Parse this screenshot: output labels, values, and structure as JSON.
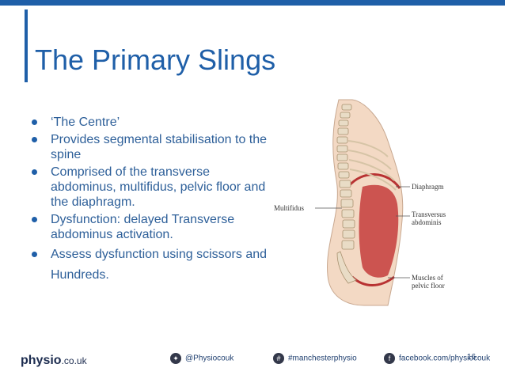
{
  "slide": {
    "title": "The Primary Slings",
    "bullets": [
      "‘The Centre’",
      "Provides segmental stabilisation to the spine",
      "Comprised of the transverse abdominus, multifidus, pelvic floor and the diaphragm.",
      "Dysfunction: delayed Transverse abdominus activation.",
      "Assess dysfunction using scissors and Hundreds."
    ],
    "figure": {
      "labels": {
        "diaphragm": "Diaphragm",
        "multifidus": "Multifidus",
        "transversus_1": "Transversus",
        "transversus_2": "abdominis",
        "pelvic_1": "Muscles of",
        "pelvic_2": "pelvic floor"
      }
    }
  },
  "footer": {
    "logo_main": "physio",
    "logo_suffix": ".co.uk",
    "twitter": "@Physiocouk",
    "hashtag": "#manchesterphysio",
    "facebook": "facebook.com/physiocouk",
    "page_number": "16",
    "twitter_icon": "twitter-icon",
    "hashtag_icon": "hashtag-icon",
    "facebook_icon": "facebook-icon"
  },
  "colors": {
    "accent": "#1f5fa8",
    "text": "#2d5f99",
    "muscle": "#c43c3c"
  }
}
